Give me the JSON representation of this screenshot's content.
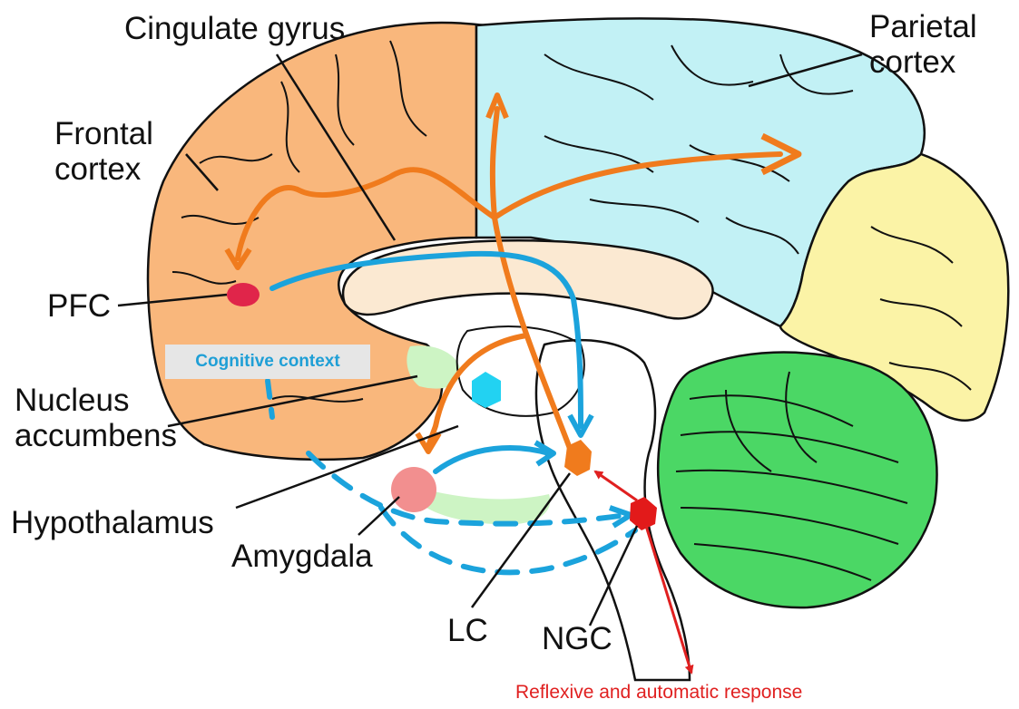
{
  "labels": {
    "cingulate_gyrus": "Cingulate gyrus",
    "parietal_line1": "Parietal",
    "parietal_line2": "cortex",
    "frontal_line1": "Frontal",
    "frontal_line2": "cortex",
    "pfc": "PFC",
    "nucleus_line1": "Nucleus",
    "nucleus_line2": "accumbens",
    "hypothalamus": "Hypothalamus",
    "amygdala": "Amygdala",
    "lc": "LC",
    "ngc": "NGC"
  },
  "annotations": {
    "cognitive_context": "Cognitive context",
    "reflexive_response": "Reflexive and automatic response"
  },
  "colors": {
    "frontal": "#f9b77c",
    "parietal": "#c2f1f5",
    "occipital": "#fbf3a6",
    "cerebellum": "#4bd765",
    "corpus_callosum": "#fbe9d2",
    "lc_pathway": "#f07b1d",
    "pfc_pathway": "#1ba3dc",
    "pfc_node": "#e0254a",
    "ngc_node": "#e21a1a",
    "amygdala_node": "#f28f8f",
    "hypothalamus_node": "#22d2f2",
    "nucleus_area": "#cdf4c4",
    "response_arrow": "#e02020"
  }
}
